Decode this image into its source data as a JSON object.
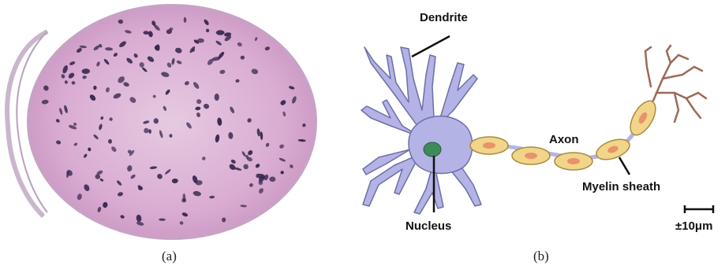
{
  "panel_a": {
    "caption": "(a)",
    "colors": {
      "tissue": "#d9a8cf",
      "tissue_light": "#ecd3e6",
      "nuclei": "#3a2a52",
      "membrane": "#c9b6cc"
    }
  },
  "panel_b": {
    "caption": "(b)",
    "labels": {
      "dendrite": "Dendrite",
      "axon": "Axon",
      "nucleus": "Nucleus",
      "myelin": "Myelin sheath",
      "scale": "±10μm"
    },
    "colors": {
      "cell_body": "#b3b3e6",
      "cell_outline": "#6e6ea8",
      "nucleus": "#3e8a5a",
      "myelin": "#f1d58a",
      "myelin_outline": "#a88b3c",
      "myelin_core": "#e9936a",
      "terminal": "#c98b72"
    }
  }
}
